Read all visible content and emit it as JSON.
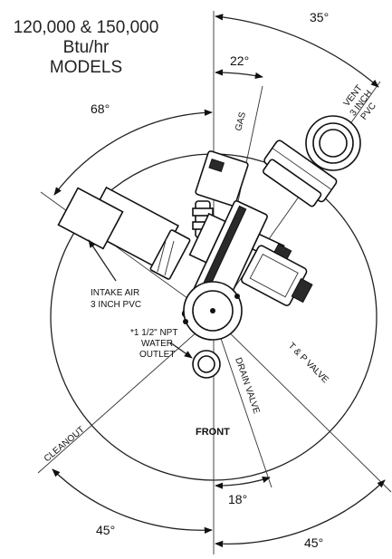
{
  "title": {
    "line1": "120,000 & 150,000",
    "line2": "Btu/hr",
    "line3": "MODELS"
  },
  "angles": {
    "top_right": "35°",
    "top_inner": "22°",
    "top_left": "68°",
    "bottom_inner": "18°",
    "bottom_left": "45°",
    "bottom_right": "45°"
  },
  "labels": {
    "gas": "GAS",
    "vent_line1": "VENT",
    "vent_line2": "3 INCH",
    "vent_line3": "PVC",
    "intake_line1": "INTAKE AIR",
    "intake_line2": "3 INCH PVC",
    "outlet_line1": "*1 1/2\" NPT",
    "outlet_line2": "WATER",
    "outlet_line3": "OUTLET",
    "drain_valve": "DRAIN VALVE",
    "tp_valve": "T & P VALVE",
    "cleanout": "CLEANOUT",
    "front": "FRONT"
  },
  "colors": {
    "line": "#222222",
    "part_fill": "#2a2a2a",
    "background": "#ffffff"
  }
}
